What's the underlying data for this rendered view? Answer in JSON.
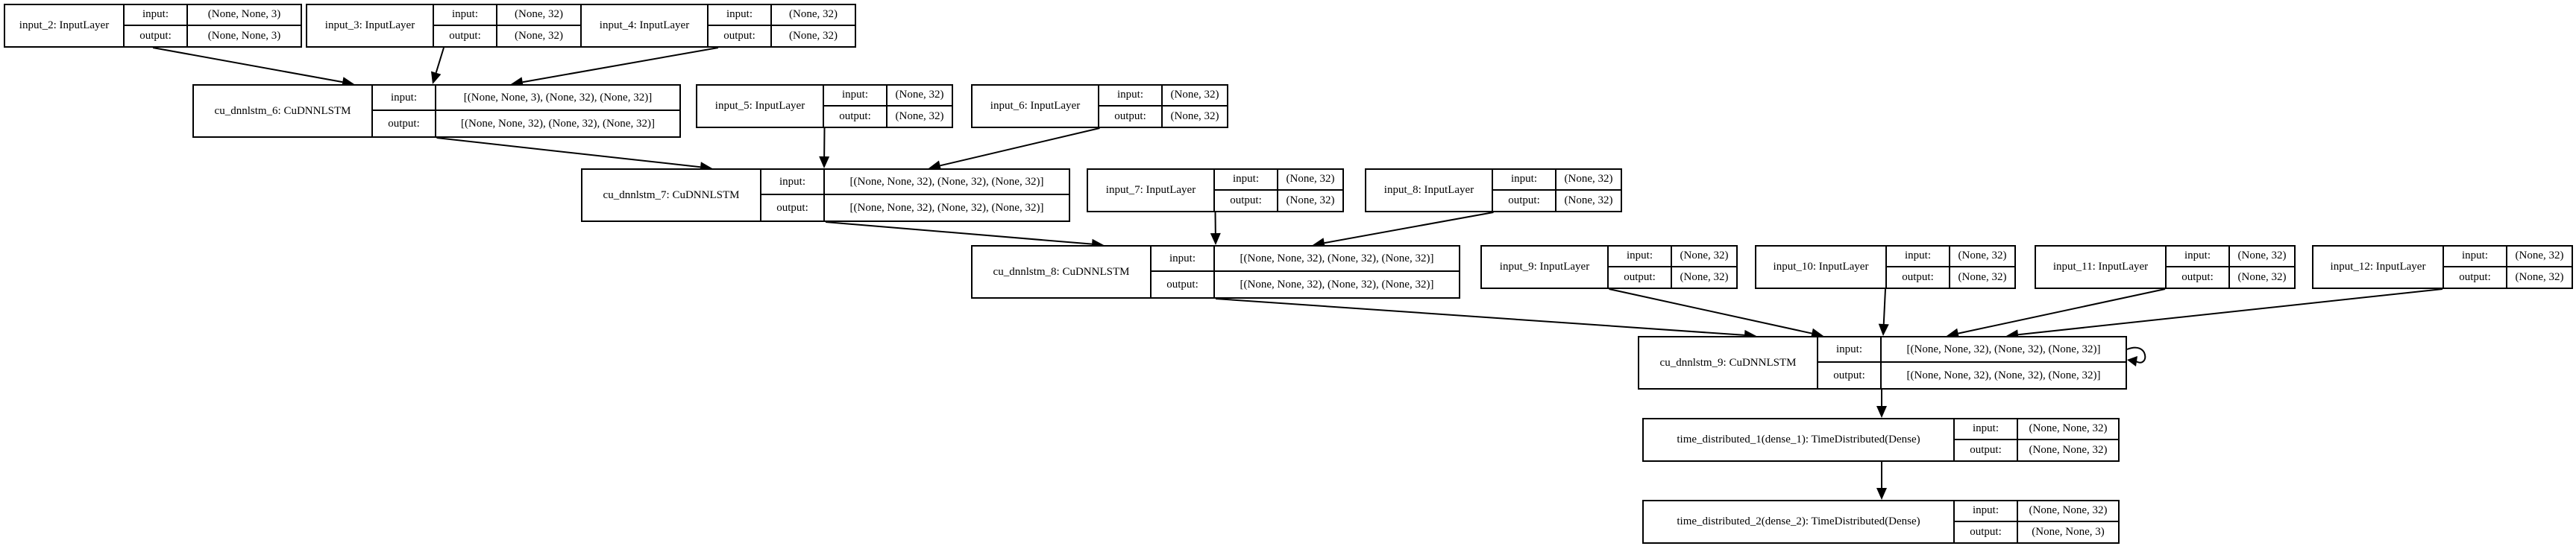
{
  "diagram": {
    "input_label": "input:",
    "output_label": "output:",
    "nodes": [
      {
        "id": "input_2",
        "name": "input_2: InputLayer",
        "input": "(None, None, 3)",
        "output": "(None, None, 3)"
      },
      {
        "id": "input_3",
        "name": "input_3: InputLayer",
        "input": "(None, 32)",
        "output": "(None, 32)"
      },
      {
        "id": "input_4",
        "name": "input_4: InputLayer",
        "input": "(None, 32)",
        "output": "(None, 32)"
      },
      {
        "id": "cu_dnnlstm_6",
        "name": "cu_dnnlstm_6: CuDNNLSTM",
        "input": "[(None, None, 3), (None, 32), (None, 32)]",
        "output": "[(None, None, 32), (None, 32), (None, 32)]"
      },
      {
        "id": "input_5",
        "name": "input_5: InputLayer",
        "input": "(None, 32)",
        "output": "(None, 32)"
      },
      {
        "id": "input_6",
        "name": "input_6: InputLayer",
        "input": "(None, 32)",
        "output": "(None, 32)"
      },
      {
        "id": "cu_dnnlstm_7",
        "name": "cu_dnnlstm_7: CuDNNLSTM",
        "input": "[(None, None, 32), (None, 32), (None, 32)]",
        "output": "[(None, None, 32), (None, 32), (None, 32)]"
      },
      {
        "id": "input_7",
        "name": "input_7: InputLayer",
        "input": "(None, 32)",
        "output": "(None, 32)"
      },
      {
        "id": "input_8",
        "name": "input_8: InputLayer",
        "input": "(None, 32)",
        "output": "(None, 32)"
      },
      {
        "id": "cu_dnnlstm_8",
        "name": "cu_dnnlstm_8: CuDNNLSTM",
        "input": "[(None, None, 32), (None, 32), (None, 32)]",
        "output": "[(None, None, 32), (None, 32), (None, 32)]"
      },
      {
        "id": "input_9",
        "name": "input_9: InputLayer",
        "input": "(None, 32)",
        "output": "(None, 32)"
      },
      {
        "id": "input_10",
        "name": "input_10: InputLayer",
        "input": "(None, 32)",
        "output": "(None, 32)"
      },
      {
        "id": "input_11",
        "name": "input_11: InputLayer",
        "input": "(None, 32)",
        "output": "(None, 32)"
      },
      {
        "id": "input_12",
        "name": "input_12: InputLayer",
        "input": "(None, 32)",
        "output": "(None, 32)"
      },
      {
        "id": "cu_dnnlstm_9",
        "name": "cu_dnnlstm_9: CuDNNLSTM",
        "input": "[(None, None, 32), (None, 32), (None, 32)]",
        "output": "[(None, None, 32), (None, 32), (None, 32)]"
      },
      {
        "id": "time_distributed_1",
        "name": "time_distributed_1(dense_1): TimeDistributed(Dense)",
        "input": "(None, None, 32)",
        "output": "(None, None, 32)"
      },
      {
        "id": "time_distributed_2",
        "name": "time_distributed_2(dense_2): TimeDistributed(Dense)",
        "input": "(None, None, 32)",
        "output": "(None, None, 3)"
      }
    ],
    "edges": [
      {
        "from": "input_2",
        "to": "cu_dnnlstm_6"
      },
      {
        "from": "input_3",
        "to": "cu_dnnlstm_6"
      },
      {
        "from": "input_4",
        "to": "cu_dnnlstm_6"
      },
      {
        "from": "cu_dnnlstm_6",
        "to": "cu_dnnlstm_7"
      },
      {
        "from": "input_5",
        "to": "cu_dnnlstm_7"
      },
      {
        "from": "input_6",
        "to": "cu_dnnlstm_7"
      },
      {
        "from": "cu_dnnlstm_7",
        "to": "cu_dnnlstm_8"
      },
      {
        "from": "input_7",
        "to": "cu_dnnlstm_8"
      },
      {
        "from": "input_8",
        "to": "cu_dnnlstm_8"
      },
      {
        "from": "cu_dnnlstm_8",
        "to": "cu_dnnlstm_9"
      },
      {
        "from": "input_9",
        "to": "cu_dnnlstm_9"
      },
      {
        "from": "input_10",
        "to": "cu_dnnlstm_9"
      },
      {
        "from": "input_11",
        "to": "cu_dnnlstm_9"
      },
      {
        "from": "input_12",
        "to": "cu_dnnlstm_9"
      },
      {
        "from": "cu_dnnlstm_9",
        "to": "cu_dnnlstm_9"
      },
      {
        "from": "cu_dnnlstm_9",
        "to": "time_distributed_1"
      },
      {
        "from": "time_distributed_1",
        "to": "time_distributed_2"
      }
    ]
  }
}
